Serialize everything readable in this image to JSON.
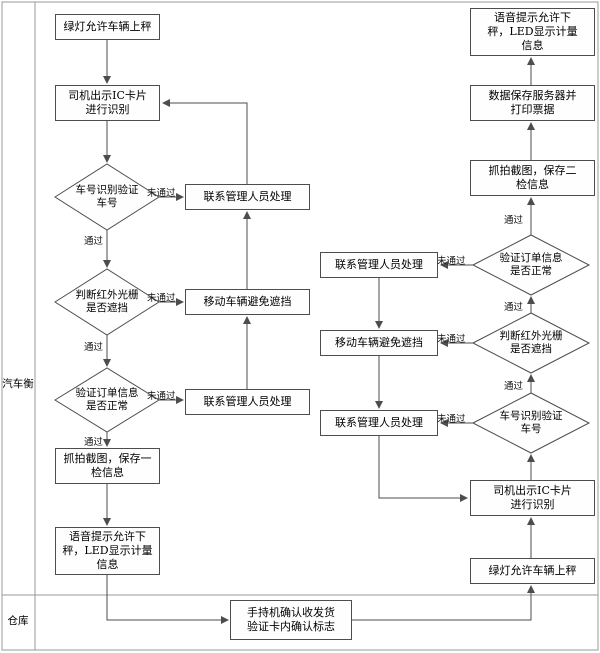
{
  "lanes": {
    "scale": "汽车衡",
    "warehouse": "仓库"
  },
  "edge_labels": {
    "pass": "通过",
    "fail": "未通过"
  },
  "first_weighing": {
    "green_light": "绿灯允许车辆上秤",
    "ic_card": "司机出示IC卡片\n进行识别",
    "plate_check": "车号识别验证\n车号",
    "plate_fail_action": "联系管理人员处理",
    "infrared_check": "判断红外光栅\n是否遮挡",
    "infrared_fail_action": "移动车辆避免遮挡",
    "order_check": "验证订单信息\n是否正常",
    "order_fail_action": "联系管理人员处理",
    "snapshot": "抓拍截图，保存一\n检信息",
    "voice_prompt": "语音提示允许下\n秤，LED显示计量\n信息"
  },
  "warehouse_step": {
    "handheld_confirm": "手持机确认收发货\n验证卡内确认标志"
  },
  "second_weighing": {
    "green_light": "绿灯允许车辆上秤",
    "ic_card": "司机出示IC卡片\n进行识别",
    "plate_check": "车号识别验证\n车号",
    "plate_fail_action": "联系管理人员处理",
    "infrared_check": "判断红外光栅\n是否遮挡",
    "infrared_fail_action": "移动车辆避免遮挡",
    "order_check": "验证订单信息\n是否正常",
    "order_fail_action": "联系管理人员处理",
    "snapshot": "抓拍截图，保存二\n检信息",
    "save_print": "数据保存服务器并\n打印票据",
    "voice_prompt": "语音提示允许下\n秤，LED显示计量\n信息"
  }
}
